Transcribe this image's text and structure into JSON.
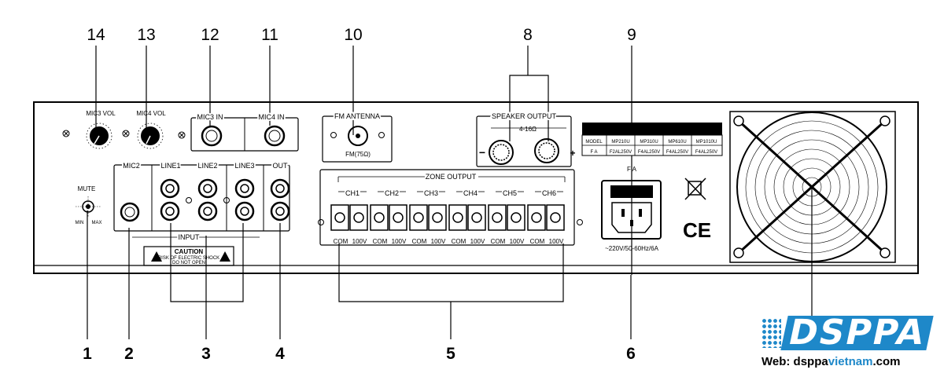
{
  "callouts": {
    "c1": "1",
    "c2": "2",
    "c3": "3",
    "c4": "4",
    "c5": "5",
    "c6": "6",
    "c8": "8",
    "c9": "9",
    "c10": "10",
    "c11": "11",
    "c12": "12",
    "c13": "13",
    "c14": "14"
  },
  "panel": {
    "mic3_vol": "MIC3 VOL",
    "mic4_vol": "MIC4 VOL",
    "mic3_in": "MIC3 IN",
    "mic4_in": "MIC4 IN",
    "fm_antenna": "FM ANTENNA",
    "fm_impedance": "FM(75Ω)",
    "speaker_output": "SPEAKER OUTPUT",
    "impedance": "4-16Ω",
    "minus": "−",
    "plus": "+",
    "mute": "MUTE",
    "min": "MIN",
    "max": "MAX",
    "mic2": "MIC2",
    "line1": "LINE1",
    "line2": "LINE2",
    "line3": "LINE3",
    "out": "OUT",
    "input": "INPUT",
    "caution": "CAUTION",
    "caution_l1": "RISK OF ELECTRIC SHOCK",
    "caution_l2": "DO NOT OPEN",
    "zone_output": "ZONE OUTPUT",
    "channels": [
      "CH1",
      "CH2",
      "CH3",
      "CH4",
      "CH5",
      "CH6"
    ],
    "com": "COM",
    "v100": "100V",
    "fuse_label": "F A",
    "power_rating": "~220V/50-60Hz/6A",
    "ce": "CE"
  },
  "fuse_table": {
    "header": [
      "MODEL",
      "MP210U",
      "MP310U",
      "MP610U",
      "MP1010U"
    ],
    "row": [
      "F A",
      "F2AL250V",
      "F4AL250V",
      "F4AL250V",
      "F4AL250V"
    ]
  },
  "brand": {
    "logo": "DSPPA",
    "web_prefix": "Web: dsppa",
    "web_highlight": "vietnam",
    "web_suffix": ".com"
  },
  "colors": {
    "brand_blue": "#1e88c9",
    "line": "#000000"
  }
}
